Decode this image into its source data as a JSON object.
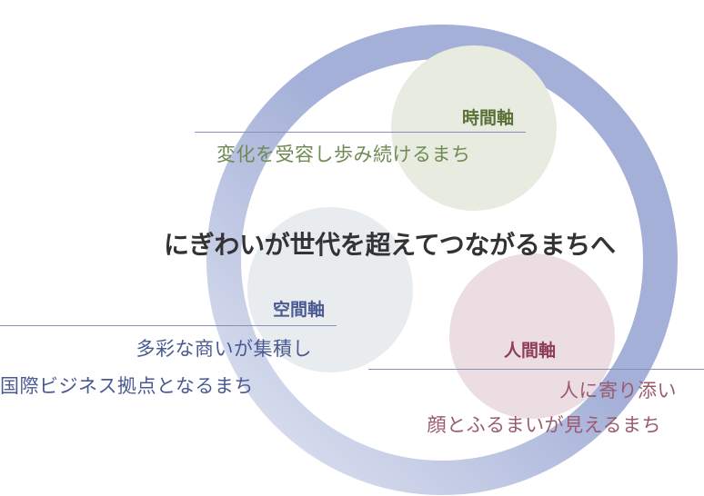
{
  "colors": {
    "ring_light": "#e2e6f2",
    "ring_dark": "#a4b0d8",
    "time": "#5a7036",
    "time_text": "#6f8a52",
    "time_circle": "#e8ece0",
    "space": "#4a5a92",
    "space_text": "#4a5a92",
    "space_circle": "#e8ecee",
    "human": "#8e3c57",
    "human_text": "#9b5a70",
    "human_circle": "#ecdde2",
    "main_text": "#333333",
    "rule": "#8790b8"
  },
  "center_theme": "にぎわいが世代を超えてつながるまちへ",
  "axes": [
    {
      "id": "time",
      "label": "時間軸",
      "description": [
        "変化を受容し歩み続けるまち"
      ]
    },
    {
      "id": "space",
      "label": "空間軸",
      "description": [
        "多彩な商いが集積し",
        "国際ビジネス拠点となるまち"
      ]
    },
    {
      "id": "human",
      "label": "人間軸",
      "description": [
        "人に寄り添い",
        "顔とふるまいが見えるまち"
      ]
    }
  ]
}
